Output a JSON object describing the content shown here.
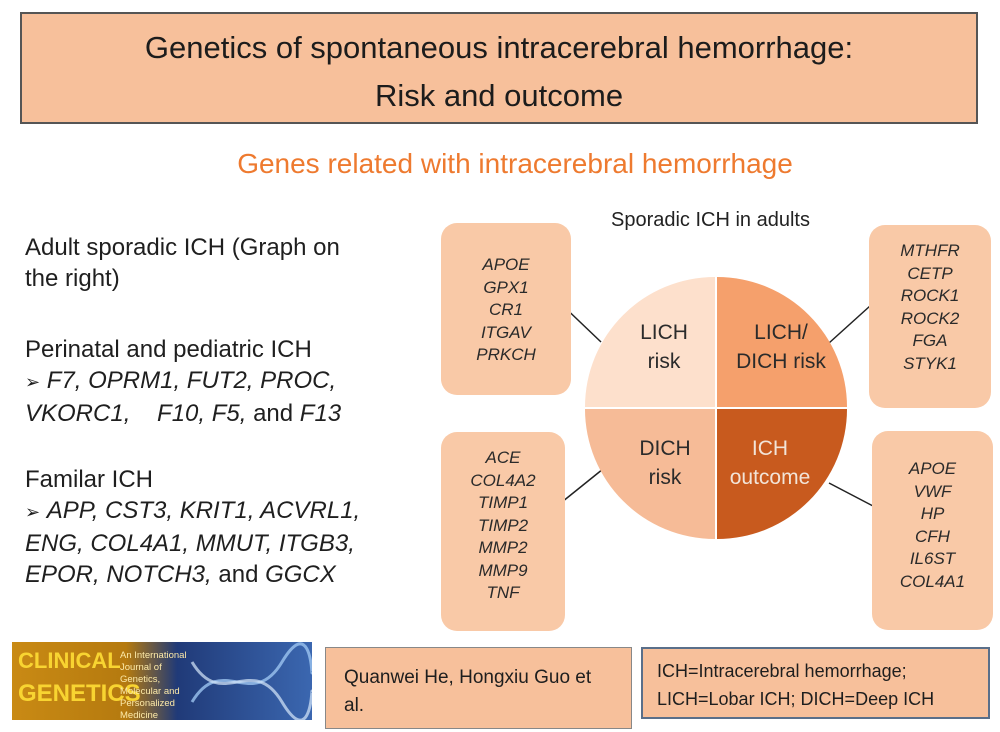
{
  "title": {
    "line1": "Genetics of spontaneous intracerebral hemorrhage:",
    "line2": "Risk and outcome"
  },
  "subtitle": "Genes related with intracerebral hemorrhage",
  "diagram_title": "Sporadic ICH in adults",
  "left": {
    "adult": {
      "line1": "Adult sporadic ICH (Graph on",
      "line2": "the right)"
    },
    "perinatal": {
      "heading": "Perinatal and pediatric ICH",
      "bullet": "➢",
      "line1": "F7, OPRM1, FUT2, PROC,",
      "line2a": "VKORC1,    F10, F5,",
      "line2b": "and",
      "line2c": "F13"
    },
    "familial": {
      "heading": "Familar ICH",
      "bullet": "➢",
      "line1": "APP, CST3, KRIT1, ACVRL1,",
      "line2": "ENG, COL4A1, MMUT, ITGB3,",
      "line3a": "EPOR, NOTCH3,",
      "line3b": "and",
      "line3c": "GGCX"
    }
  },
  "quadrants": {
    "lich": {
      "line1": "LICH",
      "line2": "risk"
    },
    "lich_dich": {
      "line1": "LICH/",
      "line2": "DICH risk"
    },
    "dich": {
      "line1": "DICH",
      "line2": "risk"
    },
    "outcome": {
      "line1": "ICH",
      "line2": "outcome"
    }
  },
  "gene_boxes": {
    "lich": [
      "APOE",
      "GPX1",
      "CR1",
      "ITGAV",
      "PRKCH"
    ],
    "lich_dich": [
      "MTHFR",
      "CETP",
      "ROCK1",
      "ROCK2",
      "FGA",
      "STYK1"
    ],
    "dich": [
      "ACE",
      "COL4A2",
      "TIMP1",
      "TIMP2",
      "MMP2",
      "MMP9",
      "TNF"
    ],
    "outcome": [
      "APOE",
      "VWF",
      "HP",
      "CFH",
      "IL6ST",
      "COL4A1"
    ]
  },
  "logo": {
    "word1": "CLINICAL",
    "word2": "GENETICS",
    "desc": "An International Journal of Genetics, Molecular and Personalized Medicine"
  },
  "authors": "Quanwei He, Hongxiu Guo et al.",
  "abbreviations": {
    "line1": "ICH=Intracerebral hemorrhage;",
    "line2": "LICH=Lobar ICH; DICH=Deep ICH"
  },
  "colors": {
    "title_bg": "#f7c09b",
    "accent_orange": "#ee7a2f",
    "quad_lich": "#fde0cc",
    "quad_lich_dich": "#f5a06c",
    "quad_dich": "#f6bb97",
    "quad_outcome": "#c85a1e"
  }
}
